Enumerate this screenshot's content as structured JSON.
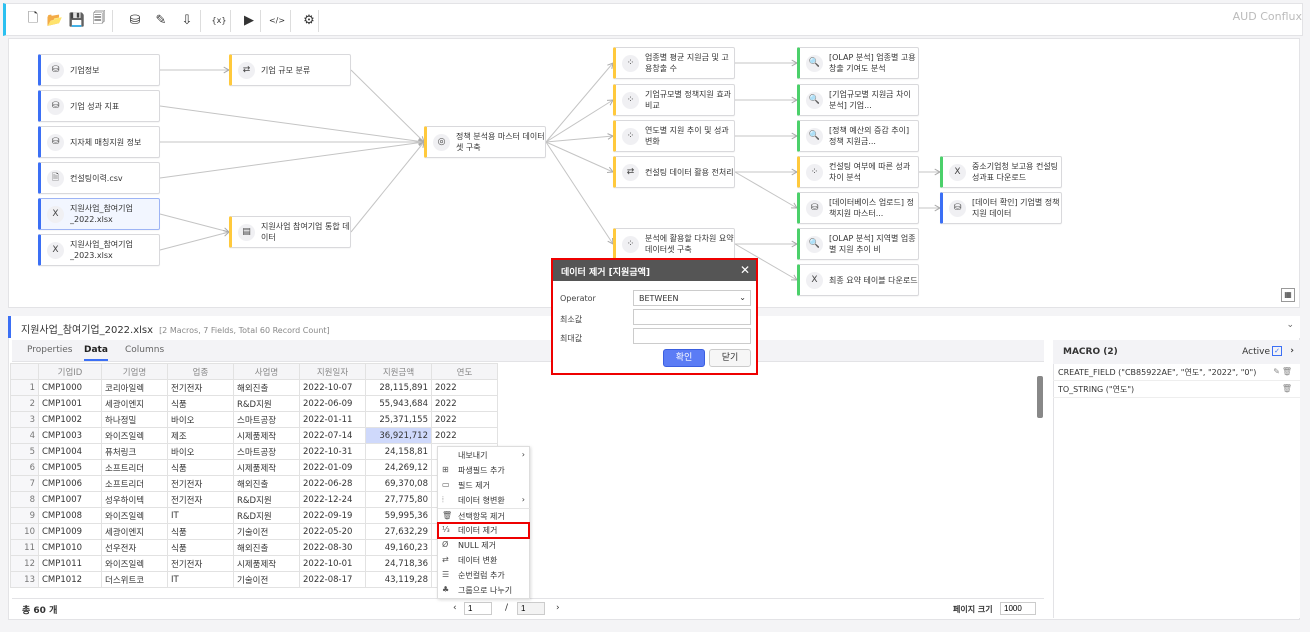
{
  "app": {
    "brand": "AUD Conflux"
  },
  "toolbar": [
    {
      "icon": "new-file-icon",
      "g": "🗋"
    },
    {
      "icon": "open-folder-icon",
      "g": "📂"
    },
    {
      "icon": "save-icon",
      "g": "💾"
    },
    {
      "icon": "save-as-icon",
      "g": "🗐"
    },
    {
      "icon": "db-upload-icon",
      "g": "⛁"
    },
    {
      "icon": "flow-edit-icon",
      "g": "✎"
    },
    {
      "icon": "import-icon",
      "g": "⇩"
    },
    {
      "icon": "variable-icon",
      "g": "{x}"
    },
    {
      "icon": "run-icon",
      "g": "▶"
    },
    {
      "icon": "code-icon",
      "g": "</>"
    },
    {
      "icon": "settings-icon",
      "g": "⚙"
    }
  ],
  "nodes": [
    {
      "id": "a1",
      "label": "기업정보",
      "type": "src",
      "icon": "database-icon"
    },
    {
      "id": "a2",
      "label": "기업 성과 지표",
      "type": "src",
      "icon": "database-icon"
    },
    {
      "id": "a3",
      "label": "지자체 매칭지원 정보",
      "type": "src",
      "icon": "database-icon"
    },
    {
      "id": "a4",
      "label": "컨설팅이력.csv",
      "type": "src",
      "icon": "csv-file-icon"
    },
    {
      "id": "a5",
      "label": "지원사업_참여기업_2022.xlsx",
      "type": "src sel",
      "icon": "excel-file-icon"
    },
    {
      "id": "a6",
      "label": "지원사업_참여기업_2023.xlsx",
      "type": "src",
      "icon": "excel-file-icon"
    },
    {
      "id": "b1",
      "label": "기업 규모 분류",
      "type": "proc",
      "icon": "transform-icon"
    },
    {
      "id": "b2",
      "label": "지원사업 참여기업 통합 데이터",
      "type": "proc",
      "icon": "union-icon"
    },
    {
      "id": "c1",
      "label": "정책 분석용 마스터 데이터셋 구축",
      "type": "proc",
      "icon": "join-icon"
    },
    {
      "id": "d1",
      "label": "업종별 평균 지원금 및 고용창출 수",
      "type": "proc",
      "icon": "aggregate-icon"
    },
    {
      "id": "d2",
      "label": "기업규모별 정책지원 효과 비교",
      "type": "proc",
      "icon": "aggregate-icon"
    },
    {
      "id": "d3",
      "label": "연도별 지원 추이 및 성과 변화",
      "type": "proc",
      "icon": "aggregate-icon"
    },
    {
      "id": "d4",
      "label": "컨설팅 데이터 활용 전처리",
      "type": "proc",
      "icon": "transform-icon"
    },
    {
      "id": "d5",
      "label": "분석에 활용할 다차원 요약 데이터셋 구축",
      "type": "proc",
      "icon": "aggregate-icon"
    },
    {
      "id": "e1",
      "label": "[OLAP 분석] 업종별 고용창출 기여도 분석",
      "type": "out",
      "icon": "olap-icon"
    },
    {
      "id": "e2",
      "label": "[기업규모별 지원금 차이 분석] 기업...",
      "type": "out",
      "icon": "olap-icon"
    },
    {
      "id": "e3",
      "label": "[정책 예산의 증감 추이] 정책 지원금...",
      "type": "out",
      "icon": "olap-icon"
    },
    {
      "id": "e4",
      "label": "컨설팅 여부에 따른 성과 차이 분석",
      "type": "proc",
      "icon": "aggregate-icon"
    },
    {
      "id": "e5",
      "label": "[데이터베이스 업로드] 정책지원 마스터...",
      "type": "out",
      "icon": "db-upload-icon"
    },
    {
      "id": "e6",
      "label": "[OLAP 분석] 지역별 업종별 지원 추이 비",
      "type": "out",
      "icon": "olap-icon"
    },
    {
      "id": "e7",
      "label": "최종 요약 테이블 다운로드",
      "type": "out",
      "icon": "excel-download-icon"
    },
    {
      "id": "f1",
      "label": "중소기업청 보고용 컨설팅 성과표 다운로드",
      "type": "out",
      "icon": "excel-download-icon"
    },
    {
      "id": "f2",
      "label": "[데이터 확인] 기업별 정책지원 데이터",
      "type": "src",
      "icon": "database-icon"
    }
  ],
  "edges": [
    [
      "a1",
      "b1"
    ],
    [
      "b1",
      "c1"
    ],
    [
      "a2",
      "c1"
    ],
    [
      "a3",
      "c1"
    ],
    [
      "a4",
      "c1"
    ],
    [
      "a5",
      "b2"
    ],
    [
      "a6",
      "b2"
    ],
    [
      "b2",
      "c1"
    ],
    [
      "c1",
      "d1"
    ],
    [
      "c1",
      "d2"
    ],
    [
      "c1",
      "d3"
    ],
    [
      "c1",
      "d4"
    ],
    [
      "c1",
      "d5"
    ],
    [
      "d1",
      "e1"
    ],
    [
      "d2",
      "e2"
    ],
    [
      "d3",
      "e3"
    ],
    [
      "d4",
      "e4"
    ],
    [
      "d4",
      "e5"
    ],
    [
      "d5",
      "e6"
    ],
    [
      "d5",
      "e7"
    ],
    [
      "e4",
      "f1"
    ],
    [
      "e5",
      "f2"
    ]
  ],
  "panel": {
    "title": "지원사업_참여기업_2022.xlsx",
    "subtitle": "[2 Macros, 7 Fields, Total 60 Record Count]",
    "tabs": [
      "Properties",
      "Data",
      "Columns"
    ],
    "columns": [
      "기업ID",
      "기업명",
      "업종",
      "사업명",
      "지원일자",
      "지원금액",
      "연도"
    ],
    "rows": [
      [
        "1",
        "CMP1000",
        "코리아일렉",
        "전기전자",
        "해외진출",
        "2022-10-07",
        "28,115,891",
        "2022"
      ],
      [
        "2",
        "CMP1001",
        "세광이엔지",
        "식품",
        "R&D지원",
        "2022-06-09",
        "55,943,684",
        "2022"
      ],
      [
        "3",
        "CMP1002",
        "하나정밀",
        "바이오",
        "스마트공장",
        "2022-01-11",
        "25,371,155",
        "2022"
      ],
      [
        "4",
        "CMP1003",
        "와이즈일렉",
        "제조",
        "시제품제작",
        "2022-07-14",
        "36,921,712",
        "2022"
      ],
      [
        "5",
        "CMP1004",
        "퓨처링크",
        "바이오",
        "스마트공장",
        "2022-10-31",
        "24,158,81",
        ""
      ],
      [
        "6",
        "CMP1005",
        "소프트리더",
        "식품",
        "시제품제작",
        "2022-01-09",
        "24,269,12",
        ""
      ],
      [
        "7",
        "CMP1006",
        "소프트리더",
        "전기전자",
        "해외진출",
        "2022-06-28",
        "69,370,08",
        ""
      ],
      [
        "8",
        "CMP1007",
        "성우하이텍",
        "전기전자",
        "R&D지원",
        "2022-12-24",
        "27,775,80",
        ""
      ],
      [
        "9",
        "CMP1008",
        "와이즈일렉",
        "IT",
        "R&D지원",
        "2022-09-19",
        "59,995,36",
        ""
      ],
      [
        "10",
        "CMP1009",
        "세광이엔지",
        "식품",
        "기술이전",
        "2022-05-20",
        "27,632,29",
        ""
      ],
      [
        "11",
        "CMP1010",
        "선우전자",
        "식품",
        "해외진출",
        "2022-08-30",
        "49,160,23",
        ""
      ],
      [
        "12",
        "CMP1011",
        "와이즈일렉",
        "전기전자",
        "시제품제작",
        "2022-10-01",
        "24,718,36",
        ""
      ],
      [
        "13",
        "CMP1012",
        "더스위트코",
        "IT",
        "기술이전",
        "2022-08-17",
        "43,119,28",
        ""
      ]
    ],
    "total": "총  60 개",
    "page": "1",
    "page_total": "1",
    "page_size_label": "페이지 크기",
    "page_size": "1000"
  },
  "macro": {
    "title": "MACRO (2)",
    "active_label": "Active",
    "items": [
      "CREATE_FIELD (\"CB85922AE\", \"연도\", \"2022\", \"0\")",
      "TO_STRING (\"연도\")"
    ]
  },
  "context_menu": [
    {
      "label": "내보내기",
      "icon": "",
      "sub": true
    },
    {
      "label": "파생필드 추가",
      "icon": "⊞"
    },
    {
      "label": "필드 제거",
      "icon": "▭"
    },
    {
      "label": "데이터 형변환",
      "icon": "⦙",
      "sub": true
    },
    {
      "label": "선택항목 제거",
      "icon": "🗑"
    },
    {
      "label": "데이터 제거",
      "icon": "⅓"
    },
    {
      "label": "NULL 제거",
      "icon": "Ø"
    },
    {
      "label": "데이터 변환",
      "icon": "⇄"
    },
    {
      "label": "순번컬럼 추가",
      "icon": "☰"
    },
    {
      "label": "그룹으로 나누기",
      "icon": "♣"
    }
  ],
  "dialog": {
    "title": "데이터 제거 [지원금액]",
    "operator_label": "Operator",
    "operator": "BETWEEN",
    "min_label": "최소값",
    "max_label": "최대값",
    "ok": "확인",
    "cancel": "닫기"
  }
}
